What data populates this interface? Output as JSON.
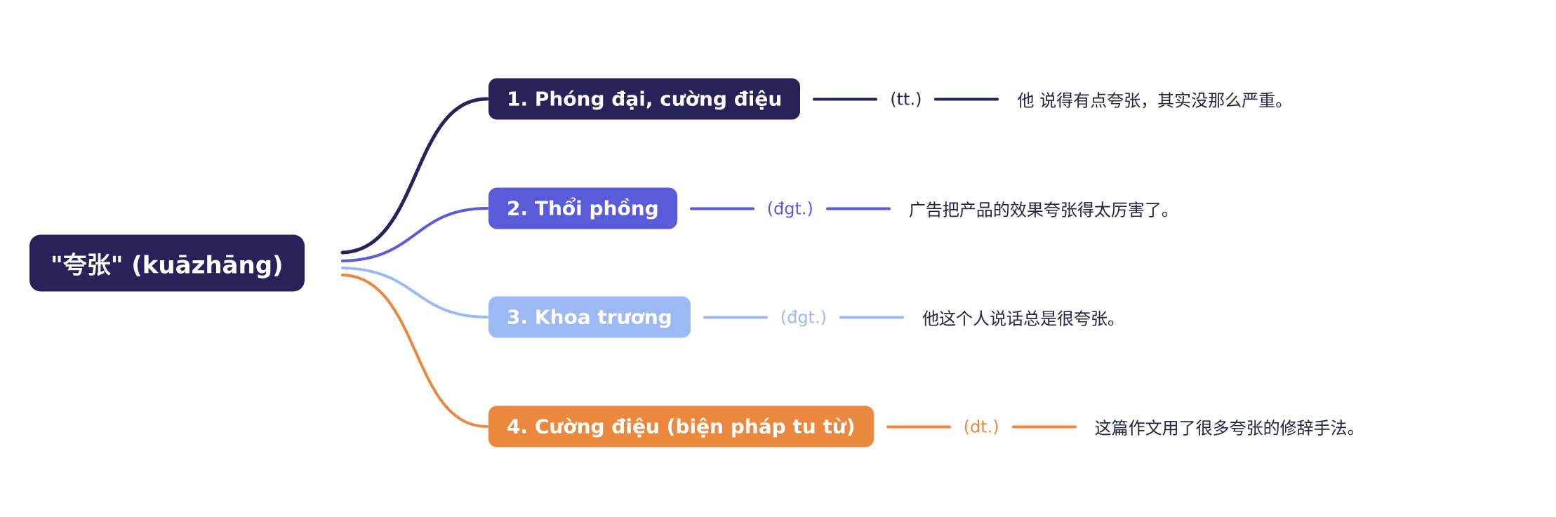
{
  "colors": {
    "navy": "#272358",
    "indigo": "#5a5bd8",
    "blue": "#9db9f3",
    "orange": "#e9883e",
    "text": "#252540"
  },
  "root": {
    "label": "\"夸张\" (kuāzhāng)"
  },
  "branches": [
    {
      "label": "1. Phóng đại, cường điệu",
      "pos": "(tt.)",
      "example": "他 说得有点夸张，其实没那么严重。",
      "color": "navy"
    },
    {
      "label": "2. Thổi phồng",
      "pos": "(đgt.)",
      "example": "广告把产品的效果夸张得太厉害了。",
      "color": "indigo"
    },
    {
      "label": "3. Khoa trương",
      "pos": "(đgt.)",
      "example": "他这个人说话总是很夸张。",
      "color": "blue"
    },
    {
      "label": "4. Cường điệu (biện pháp tu từ)",
      "pos": "(dt.)",
      "example": "这篇作文用了很多夸张的修辞手法。",
      "color": "orange"
    }
  ]
}
